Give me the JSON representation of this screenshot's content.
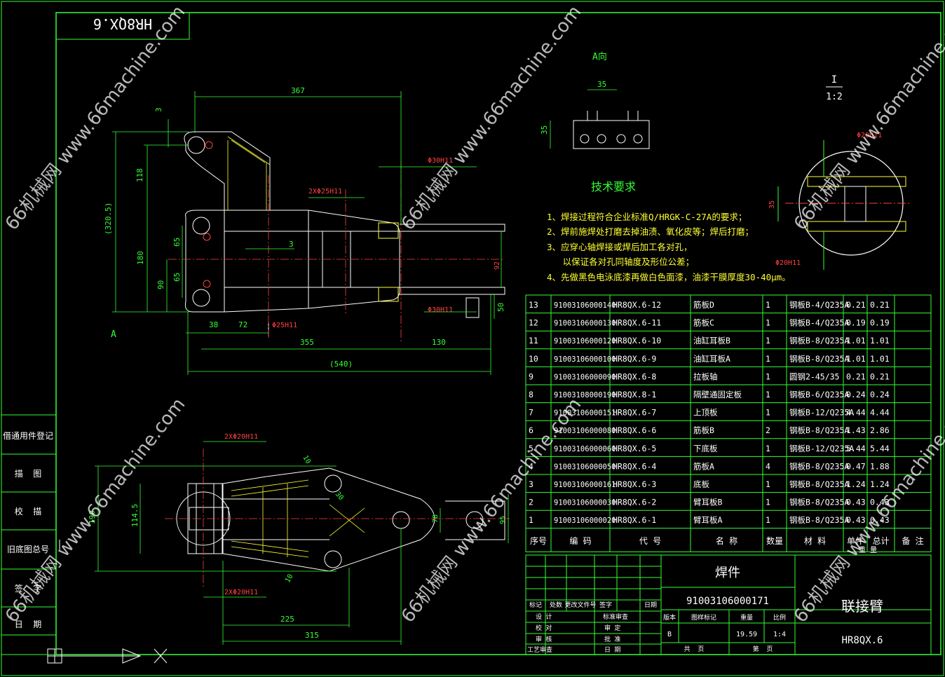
{
  "drawing": {
    "title_block_code_mirror": "HR8QX.6",
    "view_a_label": "A向",
    "view_a_dim": "35",
    "view_a_height": "35",
    "section_label": "I",
    "section_scale": "1:2",
    "marker_a": "A"
  },
  "dimensions": {
    "d367": "367",
    "d3_top": "3",
    "d118": "118",
    "d320": "(320.5)",
    "d65a": "65",
    "d65b": "65",
    "d180": "180",
    "d90": "90",
    "d3_mid": "3",
    "d2x25": "2XΦ25H11",
    "d30h11_top": "Φ30H11",
    "d92": "92",
    "d30h11_bot": "Φ30H11",
    "d50": "50",
    "d38": "38",
    "d72": "72",
    "d25h11": "Φ25H11",
    "d355": "355",
    "d130": "130",
    "d540": "(540)",
    "d2x20_top": "2XΦ20H11",
    "d2x20_bot": "2XΦ20H11",
    "d190": "190",
    "d114": "114.5",
    "d10a": "10",
    "d10b": "10",
    "d30": "30",
    "d78": "78",
    "d95": "95",
    "d225": "225",
    "d315": "315",
    "d20h11_sec_top": "Φ20H11",
    "d20h11_sec_bot": "Φ20H11",
    "d35_sec": "35"
  },
  "tech": {
    "heading": "技术要求",
    "lines": [
      "1、焊接过程符合企业标准Q/HRGK-C-27A的要求；",
      "2、焊前施焊处打磨去掉油渍、氧化皮等；焊后打磨；",
      "3、应穿心轴焊接或焊后加工各对孔，",
      "   以保证各对孔同轴度及形位公差；",
      "4、先做黑色电泳底漆再做白色面漆，油漆干膜厚度30-40μm。"
    ]
  },
  "side_labels": [
    "借通用件登记",
    "描  图",
    "校  描",
    "旧底图总号",
    "签  字",
    "日  期"
  ],
  "bom": {
    "rows": [
      [
        "13",
        "91003106000140",
        "HR8QX.6-12",
        "筋板D",
        "1",
        "钢板B-4/Q235A",
        "0.21",
        "0.21",
        ""
      ],
      [
        "12",
        "91003106000130",
        "HR8QX.6-11",
        "筋板C",
        "1",
        "钢板B-4/Q235A",
        "0.19",
        "0.19",
        ""
      ],
      [
        "11",
        "91003106000120",
        "HR8QX.6-10",
        "油缸耳板B",
        "1",
        "钢板B-8/Q235A",
        "1.01",
        "1.01",
        ""
      ],
      [
        "10",
        "91003106000100",
        "HR8QX.6-9",
        "油缸耳板A",
        "1",
        "钢板B-8/Q235A",
        "1.01",
        "1.01",
        ""
      ],
      [
        "9",
        "91003106000090",
        "HR8QX.6-8",
        "拉板轴",
        "1",
        "圆钢2-45/35",
        "0.21",
        "0.21",
        ""
      ],
      [
        "8",
        "91003108000190",
        "HR8QX.8-1",
        "隔壁通固定板",
        "1",
        "钢板B-6/Q235A",
        "0.24",
        "0.24",
        ""
      ],
      [
        "7",
        "91003106000151",
        "HR8QX.6-7",
        "上顶板",
        "1",
        "钢板B-12/Q235A",
        "4.44",
        "4.44",
        ""
      ],
      [
        "6",
        "91003106000080",
        "HR8QX.6-6",
        "筋板B",
        "2",
        "钢板B-8/Q235A",
        "1.43",
        "2.86",
        ""
      ],
      [
        "5",
        "91003106000060",
        "HR8QX.6-5",
        "下底板",
        "1",
        "钢板B-12/Q235A",
        "5.44",
        "5.44",
        ""
      ],
      [
        "4",
        "91003106000050",
        "HR8QX.6-4",
        "筋板A",
        "4",
        "钢板B-8/Q235A",
        "0.47",
        "1.88",
        ""
      ],
      [
        "3",
        "91003106000161",
        "HR8QX.6-3",
        "底板",
        "1",
        "钢板B-8/Q235A",
        "1.24",
        "1.24",
        ""
      ],
      [
        "2",
        "91003106000030",
        "HR8QX.6-2",
        "臂耳板B",
        "1",
        "钢板B-8/Q235A",
        "0.43",
        "0.43",
        ""
      ],
      [
        "1",
        "91003106000020",
        "HR8QX.6-1",
        "臂耳板A",
        "1",
        "钢板B-8/Q235A",
        "0.43",
        "0.43",
        ""
      ]
    ],
    "headers": [
      "序号",
      "编  码",
      "代  号",
      "名  称",
      "数量",
      "材  料",
      "单件",
      "总计",
      "备 注"
    ],
    "weight_header": "重 量"
  },
  "title_block": {
    "part_type": "焊件",
    "code": "91003106000171",
    "name": "联接臂",
    "drawing_no": "HR8QX.6",
    "rev_headers": [
      "标记",
      "处数",
      "更改文件号",
      "签字",
      "日期"
    ],
    "role_labels": [
      "设 计",
      "校 对",
      "审 核",
      "工艺审查"
    ],
    "role_labels2": [
      "标准审查",
      "审 定",
      "批 准",
      "日 期"
    ],
    "stage_headers": [
      "版本",
      "图样标记",
      "重量",
      "比例"
    ],
    "stage_values": [
      "B",
      "",
      "19.59",
      "1:4"
    ],
    "sheet_labels": [
      "共  页",
      "第  页"
    ]
  },
  "watermark": "66机械网 www.66machine.com",
  "colors": {
    "frame": "#33ff33",
    "outline": "#ffffff",
    "dimension": "#33ff33",
    "hatch": "#ffff33",
    "center": "#ff4040",
    "text": "#ffffff"
  }
}
